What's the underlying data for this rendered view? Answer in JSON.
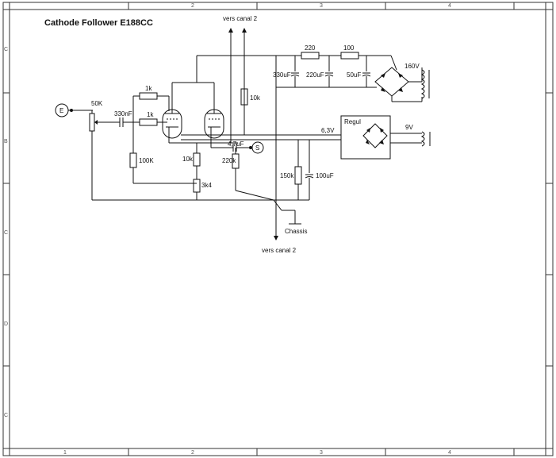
{
  "title": "Cathode Follower E188CC",
  "frame": {
    "top_numbers": [
      "2",
      "3",
      "4"
    ],
    "bottom_numbers": [
      "1",
      "2",
      "3",
      "4"
    ],
    "left_letters": [
      "C",
      "B",
      "C",
      "D",
      "C"
    ]
  },
  "labels": {
    "to_channel_top": "vers canal 2",
    "to_channel_bottom": "vers canal 2",
    "chassis": "Chassis",
    "regulator": "Regul",
    "v_heater": "6,3V",
    "v_hv": "160V",
    "v_ac": "9V",
    "input_jack": "E",
    "output_jack": "S"
  },
  "components": {
    "pot": "50K",
    "c_in": "330nF",
    "r_grid1": "1k",
    "r_grid2": "1k",
    "r_bias": "100K",
    "r_cath": "10k",
    "r_3k": "3k4",
    "c_out": "4,7uF",
    "r_out": "220k",
    "r_plate": "10k",
    "r_220": "220",
    "r_100": "100",
    "c1": "330uF",
    "c2": "220uF",
    "c3": "50uF",
    "r_150": "150k",
    "c_100": "100uF"
  },
  "colors": {
    "ink": "#111111",
    "background": "#ffffff"
  }
}
